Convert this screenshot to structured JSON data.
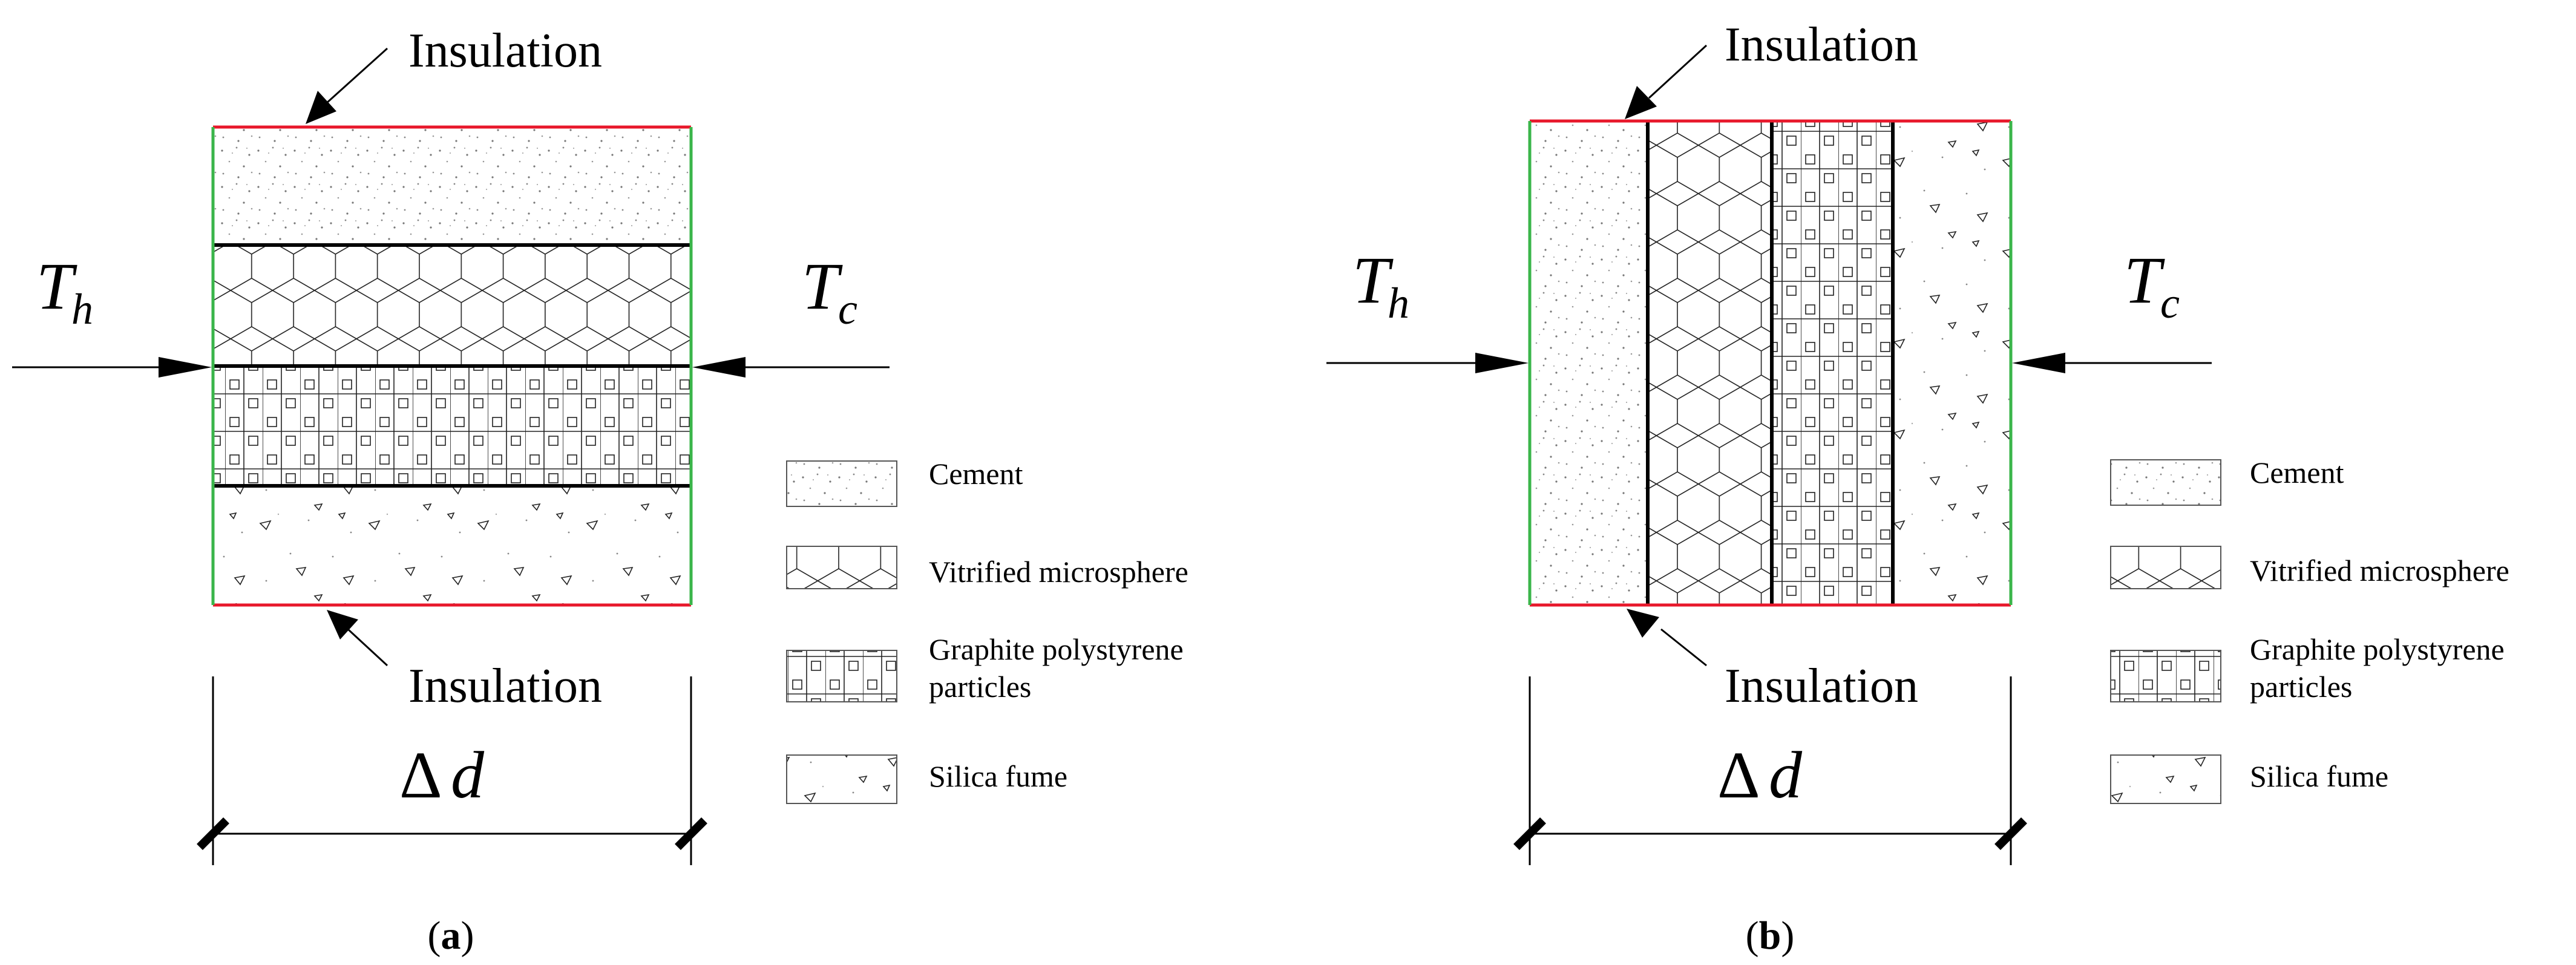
{
  "colors": {
    "insulation_edge": "#e8182b",
    "heat_edge": "#3ab54a",
    "line": "#000000"
  },
  "panel_a": {
    "top_label": "Insulation",
    "bottom_label": "Insulation",
    "hot_symbol": "T",
    "hot_sub": "h",
    "cold_symbol": "T",
    "cold_sub": "c",
    "thickness_symbol": "Δ",
    "thickness_var": "d",
    "caption_open": "(",
    "caption_letter": "a",
    "caption_close": ")"
  },
  "panel_b": {
    "top_label": "Insulation",
    "bottom_label": "Insulation",
    "hot_symbol": "T",
    "hot_sub": "h",
    "cold_symbol": "T",
    "cold_sub": "c",
    "thickness_symbol": "Δ",
    "thickness_var": "d",
    "caption_open": "(",
    "caption_letter": "b",
    "caption_close": ")"
  },
  "legend": [
    {
      "label": "Cement",
      "pattern": "cement"
    },
    {
      "label": "Vitrified microsphere",
      "pattern": "hexagon"
    },
    {
      "label": "Graphite polystyrene",
      "label2": "particles",
      "pattern": "squares"
    },
    {
      "label": "Silica fume",
      "pattern": "triangles"
    }
  ],
  "legend_b": [
    {
      "label": "Cement"
    },
    {
      "label": "Vitrified microsphere"
    },
    {
      "label": "Graphite polystyrene",
      "label2": "particles"
    },
    {
      "label": "Silica fume"
    }
  ]
}
